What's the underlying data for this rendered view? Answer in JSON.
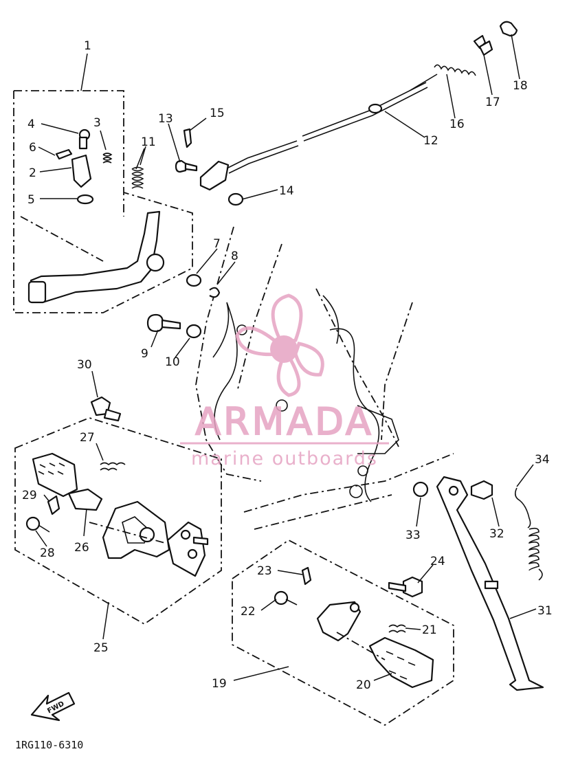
{
  "diagram": {
    "doc_code": "1RG110-6310",
    "fwd_label": "FWD",
    "parts": [
      {
        "no": "1"
      },
      {
        "no": "2"
      },
      {
        "no": "3"
      },
      {
        "no": "4"
      },
      {
        "no": "5"
      },
      {
        "no": "6"
      },
      {
        "no": "7"
      },
      {
        "no": "8"
      },
      {
        "no": "9"
      },
      {
        "no": "10"
      },
      {
        "no": "11"
      },
      {
        "no": "12"
      },
      {
        "no": "13"
      },
      {
        "no": "14"
      },
      {
        "no": "15"
      },
      {
        "no": "16"
      },
      {
        "no": "17"
      },
      {
        "no": "18"
      },
      {
        "no": "19"
      },
      {
        "no": "20"
      },
      {
        "no": "21"
      },
      {
        "no": "22"
      },
      {
        "no": "23"
      },
      {
        "no": "24"
      },
      {
        "no": "25"
      },
      {
        "no": "26"
      },
      {
        "no": "27"
      },
      {
        "no": "28"
      },
      {
        "no": "29"
      },
      {
        "no": "30"
      },
      {
        "no": "31"
      },
      {
        "no": "32"
      },
      {
        "no": "33"
      },
      {
        "no": "34"
      }
    ]
  },
  "watermark": {
    "brand": "ARMADA",
    "tagline": "marine outboards",
    "color": "#e6a3c2"
  }
}
